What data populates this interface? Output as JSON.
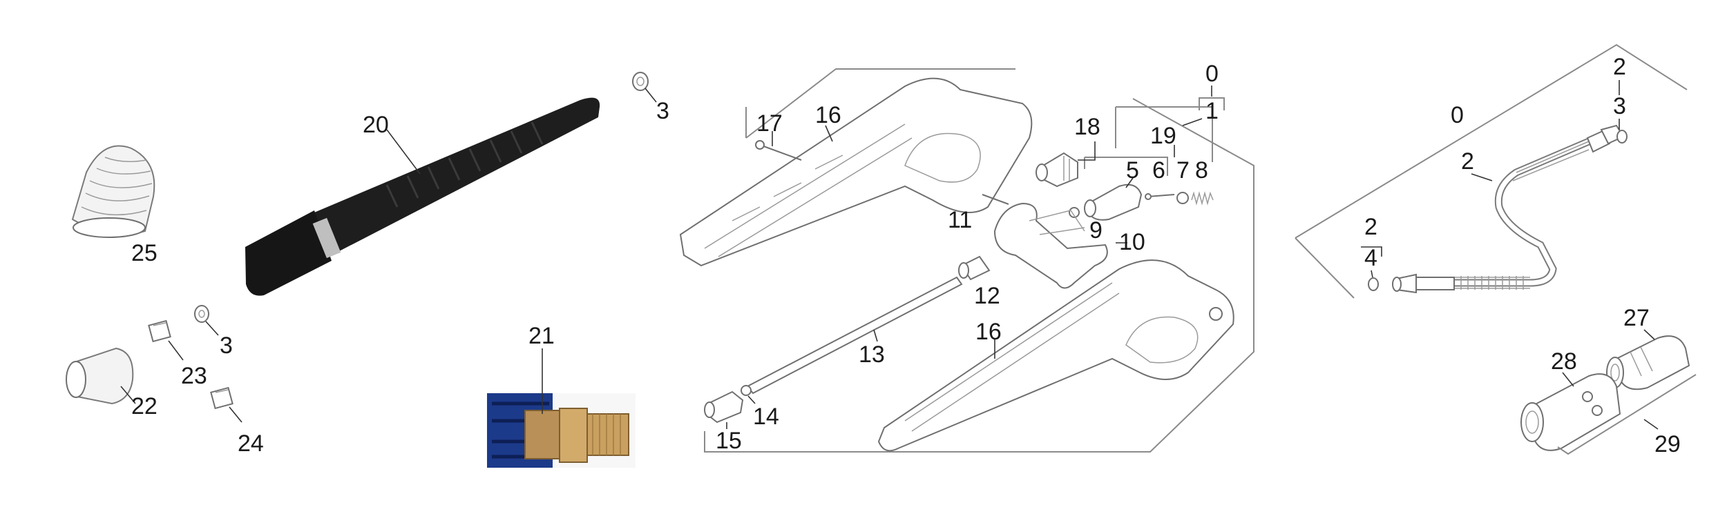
{
  "diagram": {
    "callouts": {
      "c0_top": "0",
      "c1": "1",
      "c0_hose": "0",
      "c2_top": "2",
      "c3_hose": "3",
      "c2_mid": "2",
      "c2_left": "2",
      "c4": "4",
      "c3_top": "3",
      "c3_mid": "3",
      "c5": "5",
      "c6": "6",
      "c7": "7",
      "c8": "8",
      "c9": "9",
      "c10": "10",
      "c11": "11",
      "c12": "12",
      "c13": "13",
      "c14": "14",
      "c15": "15",
      "c16_top": "16",
      "c16_bottom": "16",
      "c17": "17",
      "c18": "18",
      "c19": "19",
      "c20": "20",
      "c21": "21",
      "c22": "22",
      "c23": "23",
      "c24": "24",
      "c25": "25",
      "c27": "27",
      "c28": "28",
      "c29": "29"
    },
    "colors": {
      "lance": "#1e1e1e",
      "photo_red_leader": "#d11d1d",
      "brass": "#c9a060",
      "blue_handle": "#1c3a8a",
      "frame_gray": "#8a8a8a"
    }
  }
}
